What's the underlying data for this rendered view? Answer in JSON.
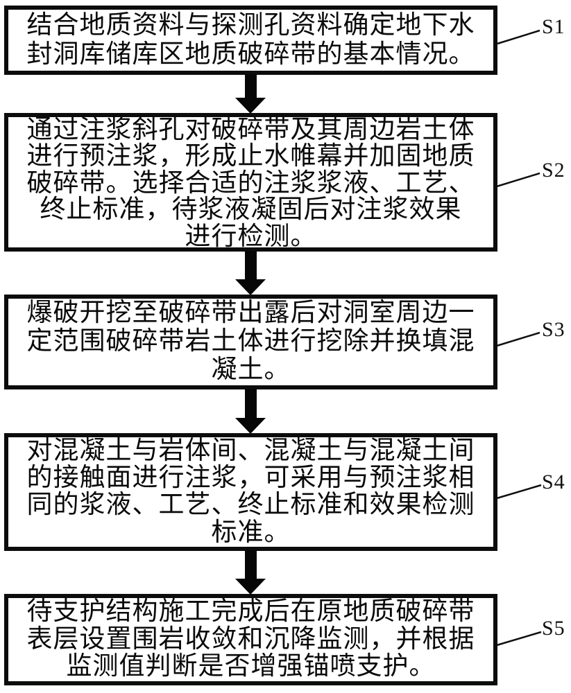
{
  "figure": {
    "type": "flowchart",
    "background": "#ffffff",
    "ink": "#0a0a0a",
    "steps": [
      {
        "id": "S1",
        "lines": [
          "结合地质资料与探测孔资料确定地下水",
          "封洞库储库区地质破碎带的基本情况。"
        ],
        "text": "结合地质资料与探测孔资料确定地下水封洞库储库区地质破碎带的基本情况。"
      },
      {
        "id": "S2",
        "lines": [
          "通过注浆斜孔对破碎带及其周边岩土体",
          "进行预注浆，形成止水帷幕并加固地质",
          "破碎带。选择合适的注浆浆液、工艺、",
          "终止标准，待浆液凝固后对注浆效果",
          "进行检测。"
        ],
        "text": "通过注浆斜孔对破碎带及其周边岩土体进行预注浆，形成止水帷幕并加固地质破碎带。选择合适的注浆浆液、工艺、终止标准，待浆液凝固后对注浆效果进行检测。"
      },
      {
        "id": "S3",
        "lines": [
          "爆破开挖至破碎带出露后对洞室周边一",
          "定范围破碎带岩土体进行挖除并换填混",
          "凝土。"
        ],
        "text": "爆破开挖至破碎带出露后对洞室周边一定范围破碎带岩土体进行挖除并换填混凝土。"
      },
      {
        "id": "S4",
        "lines": [
          "对混凝土与岩体间、混凝土与混凝土间",
          "的接触面进行注浆，可采用与预注浆相",
          "同的浆液、工艺、终止标准和效果检测",
          "标准。"
        ],
        "text": "对混凝土与岩体间、混凝土与混凝土间的接触面进行注浆，可采用与预注浆相同的浆液、工艺、终止标准和效果检测标准。"
      },
      {
        "id": "S5",
        "lines": [
          "待支护结构施工完成后在原地质破碎带",
          "表层设置围岩收敛和沉降监测，并根据",
          "监测值判断是否增强锚喷支护。"
        ],
        "text": "待支护结构施工完成后在原地质破碎带表层设置围岩收敛和沉降监测，并根据监测值判断是否增强锚喷支护。"
      }
    ]
  }
}
